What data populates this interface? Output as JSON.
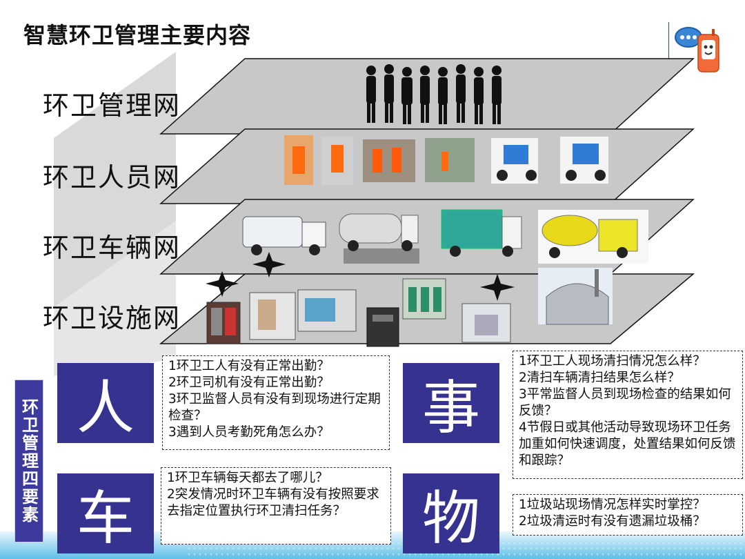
{
  "title": "智慧环卫管理主要内容",
  "layers": [
    {
      "label": "环卫管理网"
    },
    {
      "label": "环卫人员网"
    },
    {
      "label": "环卫车辆网"
    },
    {
      "label": "环卫设施网"
    }
  ],
  "side_label": "环卫管理四要素",
  "elements": [
    {
      "char": "人",
      "questions": [
        "1环卫工人有没有正常出勤？",
        "2环卫司机有没有正常出勤？",
        "3环卫监督人员有没有到现场进行定期检查？",
        "3遇到人员考勤死角怎么办？"
      ]
    },
    {
      "char": "事",
      "questions": [
        "1环卫工人现场清扫情况怎么样？",
        "2清扫车辆清扫结果怎么样？",
        "3平常监督人员到现场检查的结果如何反馈？",
        "4节假日或其他活动导致现场环卫任务加重如何快速调度，处置结果如何反馈和跟踪？"
      ]
    },
    {
      "char": "车",
      "questions": [
        "1环卫车辆每天都去了哪儿？",
        "2突发情况时环卫车辆有没有按照要求去指定位置执行环卫清扫任务？"
      ]
    },
    {
      "char": "物",
      "questions": [
        "1垃圾站现场情况怎样实时掌控？",
        "2垃圾清运时有没有遗漏垃圾桶？"
      ]
    }
  ],
  "colors": {
    "accent": "#35338f",
    "strip": "#5dbfe8"
  }
}
